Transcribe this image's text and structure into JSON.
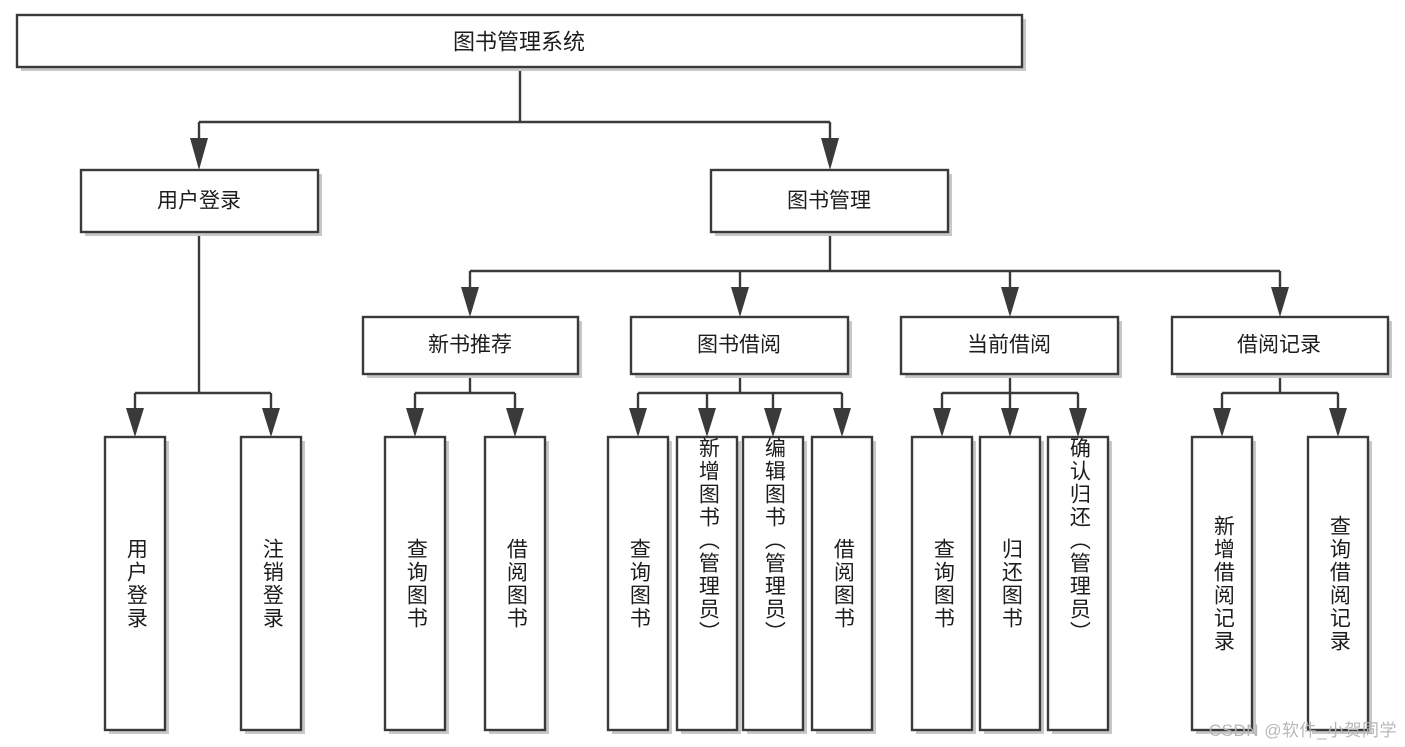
{
  "diagram": {
    "type": "tree",
    "title": "图书管理系统",
    "orientation": "top-down",
    "colors": {
      "box_stroke": "#3a3a3a",
      "box_fill": "#ffffff",
      "text": "#1d1d1d",
      "shadow": "#c8c8c8",
      "watermark": "#b4b4b4"
    },
    "root": {
      "label": "图书管理系统"
    },
    "level2": [
      {
        "label": "用户登录"
      },
      {
        "label": "图书管理"
      }
    ],
    "level3": [
      {
        "label": "新书推荐"
      },
      {
        "label": "图书借阅"
      },
      {
        "label": "当前借阅"
      },
      {
        "label": "借阅记录"
      }
    ],
    "leaves": {
      "user_login": [
        "用户登录",
        "注销登录"
      ],
      "new_book_recommend": [
        "查询图书",
        "借阅图书"
      ],
      "book_borrow": [
        "查询图书",
        "新增图书（管理员）",
        "编辑图书（管理员）",
        "借阅图书"
      ],
      "current_borrow": [
        "查询图书",
        "归还图书",
        "确认归还（管理员）"
      ],
      "borrow_record": [
        "新增借阅记录",
        "查询借阅记录"
      ]
    }
  },
  "watermark": {
    "text": "CSDN @软件_小贺同学"
  }
}
